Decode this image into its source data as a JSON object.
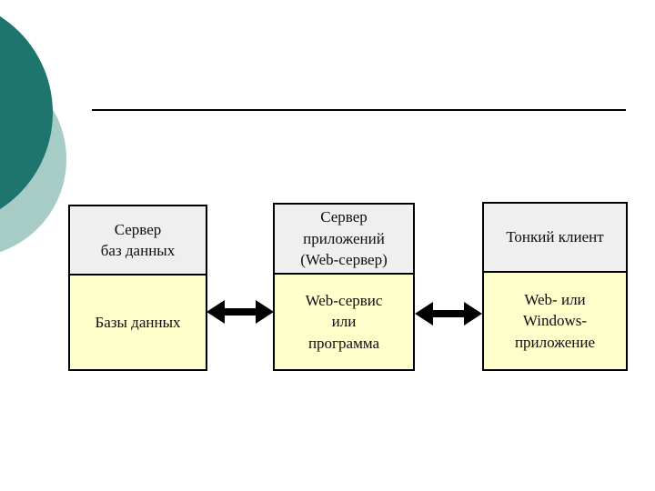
{
  "colors": {
    "background": "#ffffff",
    "circle_dark": "#1d756e",
    "circle_light": "#a7ccc6",
    "divider_line": "#000000",
    "box_header_bg": "#efefef",
    "box_body_bg": "#ffffcc",
    "box_border": "#000000",
    "arrow": "#000000",
    "text": "#0d0d0d"
  },
  "diagram": {
    "boxes": [
      {
        "id": "database-server",
        "top": "Сервер\nбаз данных",
        "bottom": "Базы данных"
      },
      {
        "id": "application-server",
        "top": "Сервер\nприложений\n(Web-сервер)",
        "bottom": "Web-сервис\nили\nпрограмма"
      },
      {
        "id": "thin-client",
        "top": "Тонкий клиент",
        "bottom": "Web- или\nWindows-\nприложение"
      }
    ],
    "arrows": [
      {
        "between": [
          "database-server",
          "application-server"
        ],
        "type": "double-headed"
      },
      {
        "between": [
          "application-server",
          "thin-client"
        ],
        "type": "double-headed"
      }
    ]
  }
}
